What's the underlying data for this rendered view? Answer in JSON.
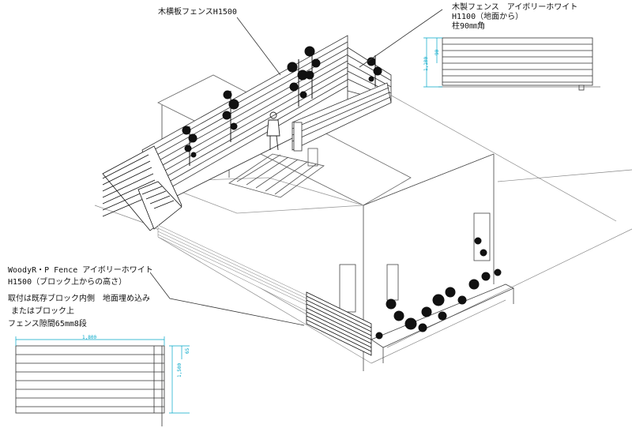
{
  "labels": {
    "top_fence": "木横板フェンスH1500",
    "right_title": "木製フェンス　アイボリーホワイト",
    "right_height": "H1100（地面から）",
    "right_post": "柱90㎜角",
    "left_title": "WoodyR・P Fence アイボリーホワイト",
    "left_height": "H1500（ブロック上からの高さ）",
    "left_install_1": "取付は既存ブロック内側　地面埋め込み",
    "left_install_2": "またはブロック上",
    "left_gap": "フェンス隙間65mm8段"
  },
  "dims": {
    "left_width": "1,800",
    "left_height": "1,500",
    "left_gap_mark": "65",
    "right_height": "1,100",
    "right_sub": "90"
  },
  "colors": {
    "line": "#333333",
    "dim": "#00a6c8"
  }
}
